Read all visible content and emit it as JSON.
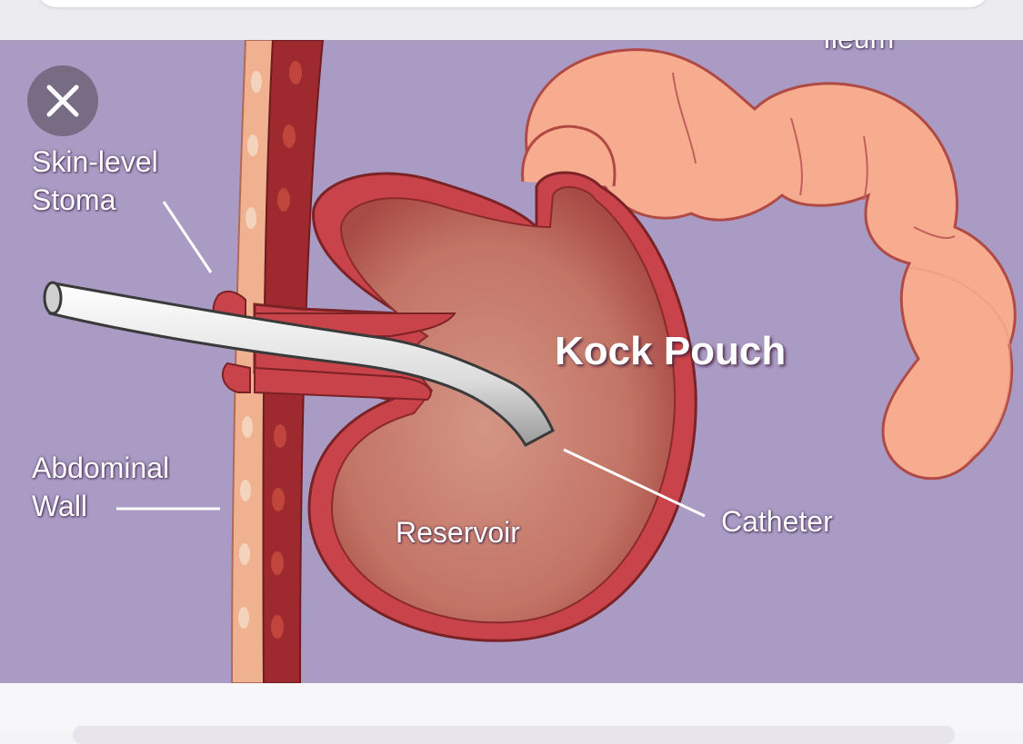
{
  "viewer": {
    "close_icon": "close-icon",
    "diagram": {
      "title": "Kock Pouch",
      "labels": {
        "stoma_line1": "Skin-level",
        "stoma_line2": "Stoma",
        "wall_line1": "Abdominal",
        "wall_line2": "Wall",
        "reservoir": "Reservoir",
        "catheter": "Catheter",
        "ileum_cropped": "Ileum"
      }
    }
  },
  "colors": {
    "background": "#a99bc4",
    "pouch_outer": "#c9434a",
    "pouch_inner": "#c47a6e",
    "intestine": "#f5a78c",
    "catheter": "#e6e6e6"
  }
}
